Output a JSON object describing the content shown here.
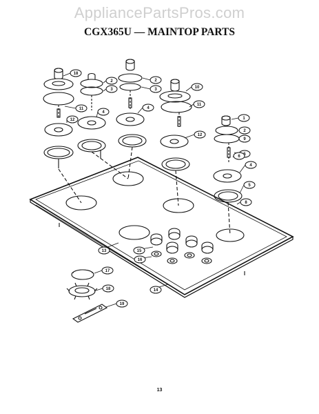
{
  "watermark": "AppliancePartsPros.com",
  "title": "CGX365U — MAINTOP PARTS",
  "page_number": "13",
  "callouts": [
    "1",
    "2",
    "3",
    "4",
    "5",
    "6",
    "7",
    "8",
    "9",
    "10",
    "11",
    "12",
    "13",
    "14",
    "15",
    "16",
    "17",
    "18",
    "19"
  ]
}
